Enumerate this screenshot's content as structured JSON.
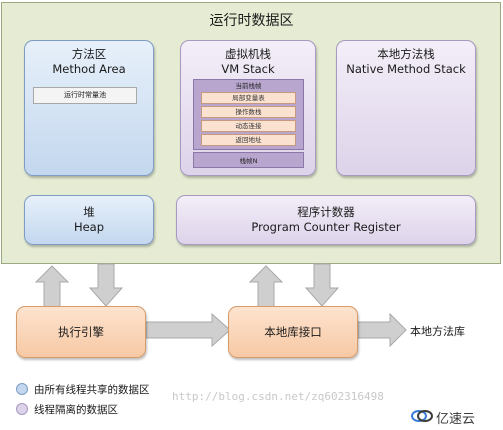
{
  "runtime_area": {
    "title": "运行时数据区"
  },
  "method_area": {
    "title_cn": "方法区",
    "title_en": "Method Area",
    "sub": "运行时常量池"
  },
  "vm_stack": {
    "title_cn": "虚拟机栈",
    "title_en": "VM Stack",
    "frame_title": "当前栈帧",
    "items": [
      "局部变量表",
      "操作数栈",
      "动态连接",
      "返回地址"
    ],
    "frame_n": "栈帧N"
  },
  "native_stack": {
    "title_cn": "本地方法栈",
    "title_en": "Native Method Stack"
  },
  "heap": {
    "title_cn": "堆",
    "title_en": "Heap"
  },
  "pc_register": {
    "title_cn": "程序计数器",
    "title_en": "Program Counter Register"
  },
  "execution_engine": {
    "label": "执行引擎"
  },
  "native_interface": {
    "label": "本地库接口"
  },
  "native_library": {
    "label": "本地方法库"
  },
  "legend": {
    "shared": "由所有线程共享的数据区",
    "isolated": "线程隔离的数据区"
  },
  "colors": {
    "shared": "#c3d7ee",
    "isolated": "#ddd3ea",
    "component": "#f7c9a4",
    "runtime_bg": "#e5ecd3",
    "arrow": "#c9c9c9"
  },
  "watermark": "http://blog.csdn.net/zq602316498",
  "logo": {
    "text": "亿速云",
    "icon": "yisu-cloud-logo-icon"
  }
}
